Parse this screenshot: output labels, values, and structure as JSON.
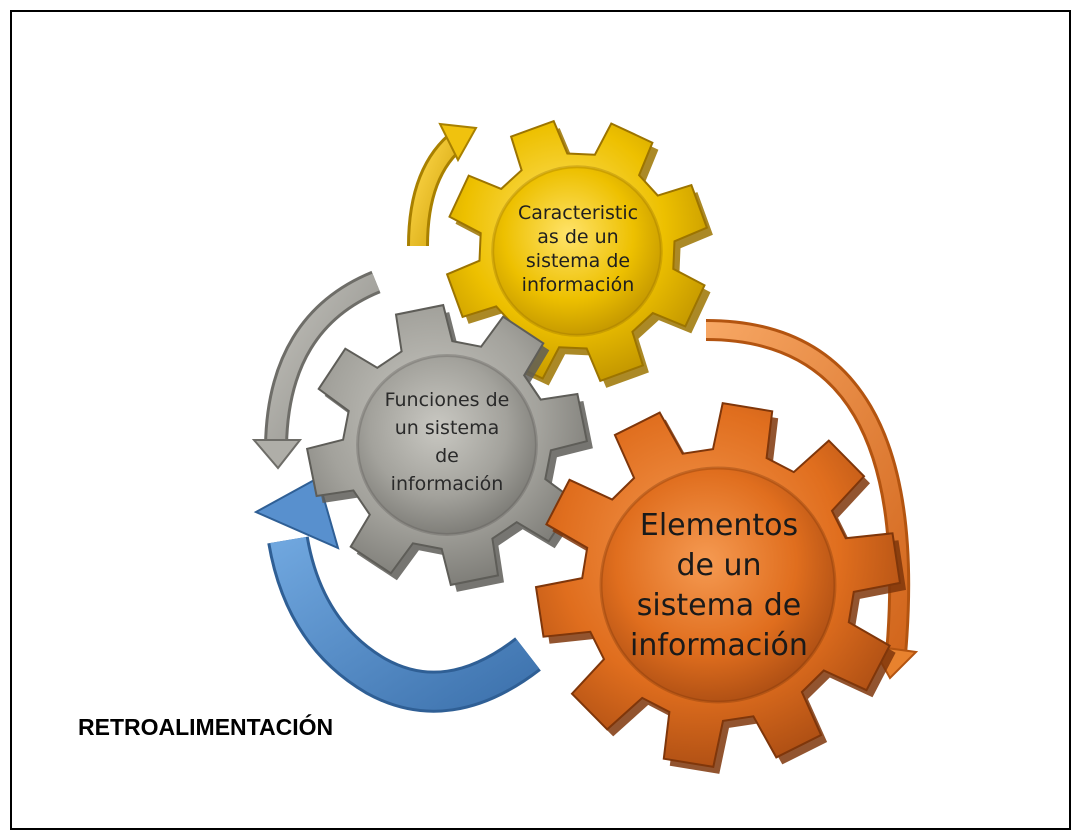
{
  "gears": {
    "caracteristicas": {
      "label": "Caracteristic\nas de un\nsistema de\ninformación",
      "color": "#E2B400"
    },
    "funciones": {
      "label": "Funciones de\nun sistema\nde\ninformación",
      "color": "#9B9A93"
    },
    "elementos": {
      "label": "Elementos\nde un\nsistema de\ninformación",
      "color": "#E06E1E"
    }
  },
  "arrows": {
    "gold": "#E2B000",
    "gray": "#9A9A94",
    "orange": "#E8822E",
    "blue": "#4F8AC8"
  },
  "caption": "RETROALIMENTACIÓN"
}
